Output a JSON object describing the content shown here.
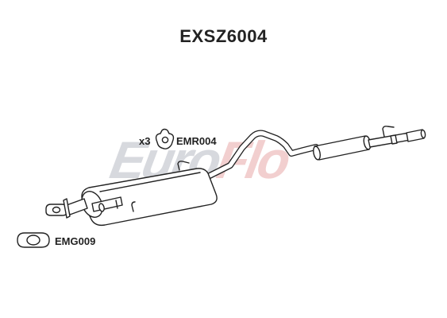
{
  "diagram": {
    "title": "EXSZ6004",
    "watermark": {
      "part1": "Euro",
      "part2": "Flo"
    },
    "parts": [
      {
        "id": "mount",
        "code": "EMR004",
        "quantity": "x3"
      },
      {
        "id": "gasket",
        "code": "EMG009"
      }
    ],
    "colors": {
      "line": "#222222",
      "watermark_grey": "#d7d9de",
      "watermark_red": "#f2cfcf"
    }
  }
}
